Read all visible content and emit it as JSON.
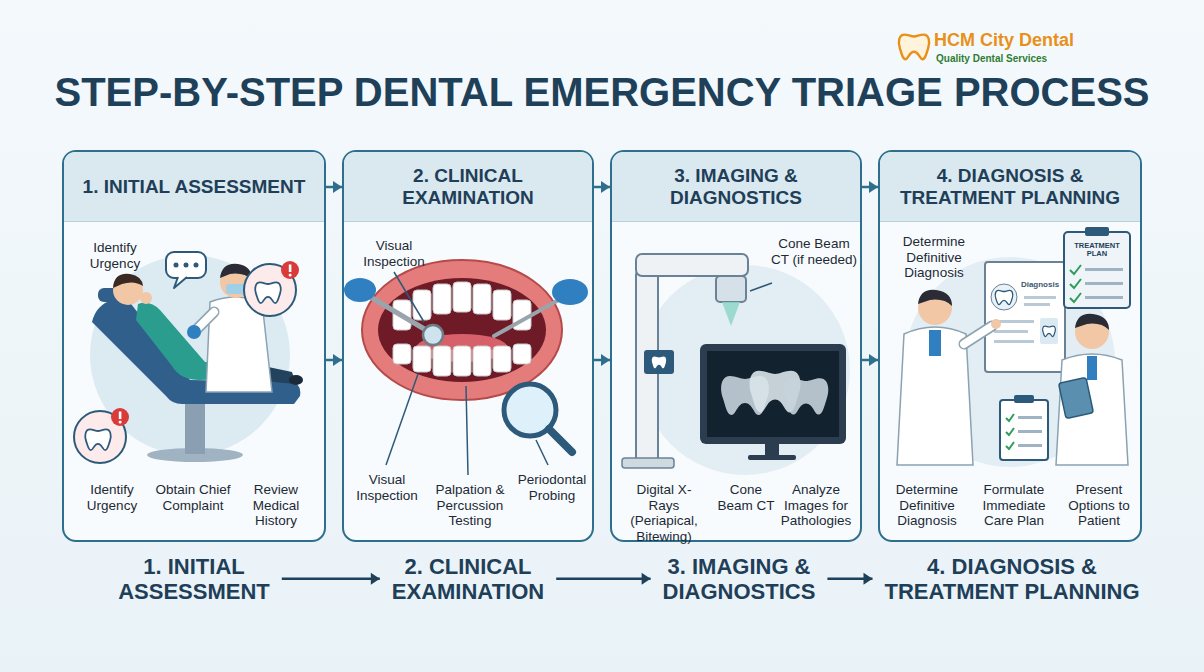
{
  "diagram": {
    "title": "STEP-BY-STEP DENTAL EMERGENCY TRIAGE PROCESS",
    "nodes": [
      {
        "text": [
          "1. INITIAL ASSESSMENT",
          "Identify Urgency",
          "Identify Urgency",
          "Obtain Chief Complaint",
          "Review Medical History"
        ]
      },
      {
        "text": [
          "2. CLINICAL EXAMINATION",
          "Visual Inspection",
          "Visual Inspection",
          "Palpation & Percussion Testing",
          "Periodontal Probing"
        ]
      },
      {
        "text": [
          "3. IMAGING & DIAGNOSTICS",
          "Cone Beam CT (if needed)",
          "Digital X-Rays (Periapical, Bitewing)",
          "Cone Beam CT",
          "Analyze Images for Pathologies"
        ]
      },
      {
        "text": [
          "4. DIAGNOSIS & TREATMENT PLANNING",
          "Determine Definitive Diagnosis",
          "Determine Definitive Diagnosis",
          "Formulate Immediate Care Plan",
          "Present Options to Patient"
        ]
      }
    ],
    "edges": [
      {
        "from": 0,
        "to": 1,
        "arrow": "to"
      },
      {
        "from": 1,
        "to": 2,
        "arrow": "to"
      },
      {
        "from": 2,
        "to": 3,
        "arrow": "to"
      },
      {
        "from": 0,
        "to": 1,
        "arrow": "to"
      },
      {
        "from": 1,
        "to": 2,
        "arrow": "to"
      },
      {
        "from": 2,
        "to": 3,
        "arrow": "to"
      }
    ],
    "labels": [
      "HCM City Dental",
      "Quality Dental Services",
      "Diagnosis",
      "TREATMENT PLAN",
      "1. INITIAL ASSESSMENT",
      "2. CLINICAL EXAMINATION",
      "3. IMAGING & DIAGNOSTICS",
      "4. DIAGNOSIS & TREATMENT PLANNING"
    ]
  }
}
